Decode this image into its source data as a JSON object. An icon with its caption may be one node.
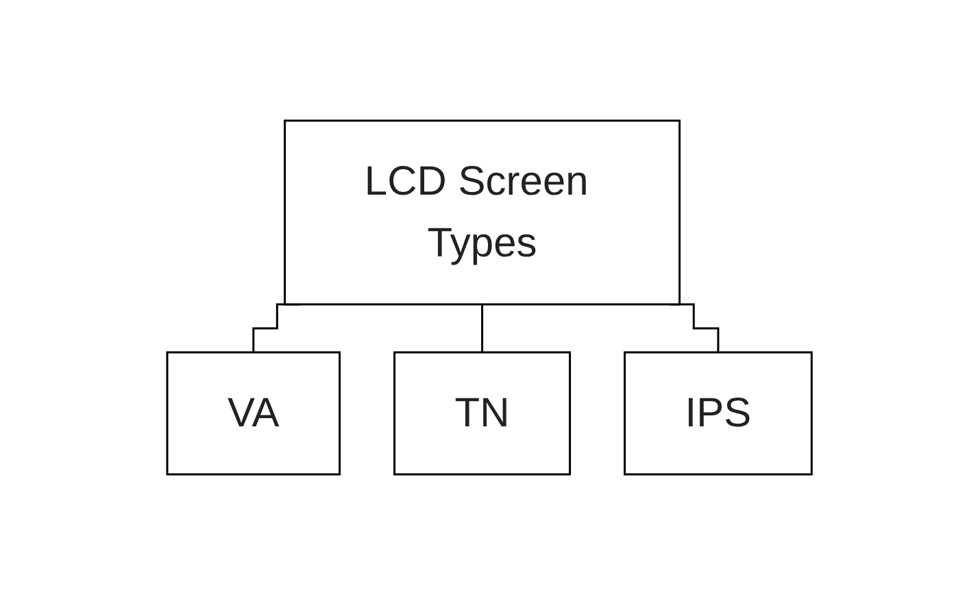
{
  "diagram": {
    "nodes": [
      {
        "text": [
          "LCD Screen Types"
        ]
      },
      {
        "text": [
          "VA"
        ]
      },
      {
        "text": [
          "TN"
        ]
      },
      {
        "text": [
          "IPS"
        ]
      }
    ],
    "edges": [
      {
        "from": 0,
        "to": 1,
        "arrow": "none"
      },
      {
        "from": 0,
        "to": 2,
        "arrow": "none"
      },
      {
        "from": 0,
        "to": 3,
        "arrow": "none"
      }
    ]
  }
}
